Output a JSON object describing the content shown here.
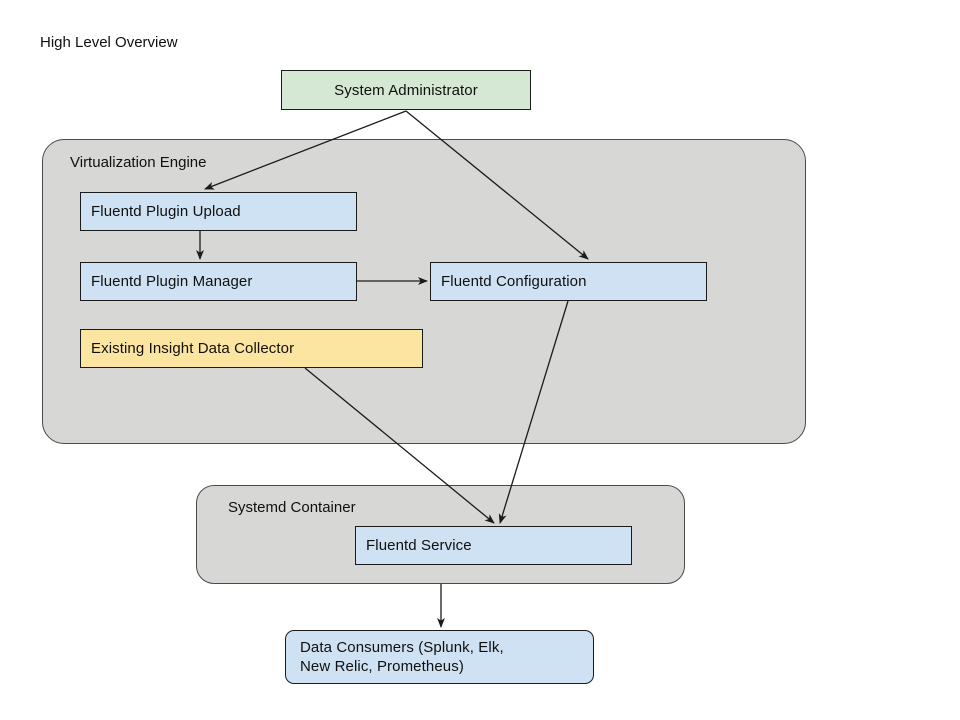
{
  "diagram": {
    "title": "High Level Overview",
    "groups": [
      {
        "id": "virtualization-engine",
        "label": "Virtualization Engine"
      },
      {
        "id": "systemd-container",
        "label": "Systemd Container"
      }
    ],
    "nodes": [
      {
        "id": "system-administrator",
        "label": "System Administrator",
        "fill": "#d5e8d4"
      },
      {
        "id": "fluentd-plugin-upload",
        "label": "Fluentd Plugin Upload",
        "fill": "#cfe2f3"
      },
      {
        "id": "fluentd-plugin-manager",
        "label": "Fluentd Plugin Manager",
        "fill": "#cfe2f3"
      },
      {
        "id": "fluentd-configuration",
        "label": "Fluentd Configuration",
        "fill": "#cfe2f3"
      },
      {
        "id": "existing-insight-data-collector",
        "label": "Existing Insight Data Collector",
        "fill": "#fce5a0"
      },
      {
        "id": "fluentd-service",
        "label": "Fluentd Service",
        "fill": "#cfe2f3"
      },
      {
        "id": "data-consumers",
        "label": "Data Consumers (Splunk, Elk,\nNew Relic, Prometheus)",
        "fill": "#cfe2f3"
      }
    ],
    "edges": [
      {
        "from": "system-administrator",
        "to": "fluentd-plugin-upload"
      },
      {
        "from": "system-administrator",
        "to": "fluentd-configuration"
      },
      {
        "from": "fluentd-plugin-upload",
        "to": "fluentd-plugin-manager"
      },
      {
        "from": "fluentd-plugin-manager",
        "to": "fluentd-configuration"
      },
      {
        "from": "fluentd-configuration",
        "to": "fluentd-service"
      },
      {
        "from": "existing-insight-data-collector",
        "to": "fluentd-service"
      },
      {
        "from": "systemd-container",
        "to": "data-consumers"
      }
    ],
    "colors": {
      "background": "#ffffff",
      "group_fill": "#d7d7d5",
      "node_blue": "#cfe2f3",
      "node_green": "#d5e8d4",
      "node_yellow": "#fce5a0",
      "stroke": "#1b1b1b"
    }
  }
}
